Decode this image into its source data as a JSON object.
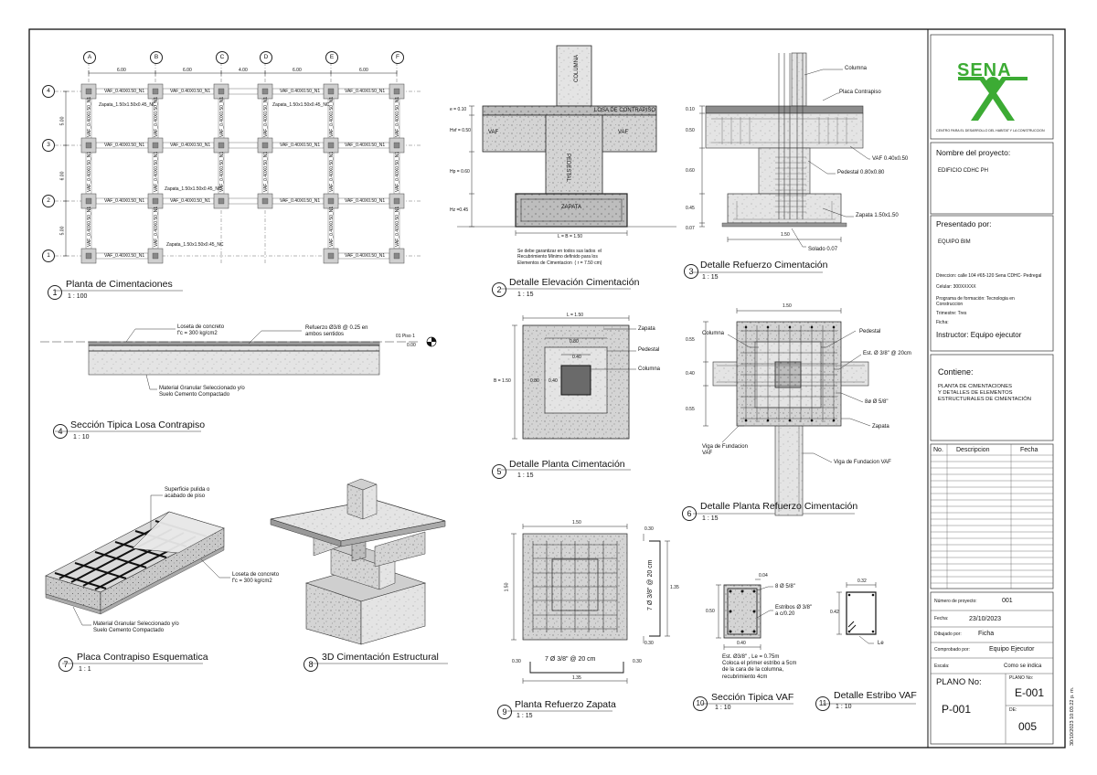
{
  "grid": {
    "columns": [
      "A",
      "B",
      "C",
      "D",
      "E",
      "F"
    ],
    "rows": [
      "4",
      "3",
      "2",
      "1"
    ],
    "dims_x": [
      "6.00",
      "6.00",
      "4.00",
      "6.00",
      "6.00"
    ],
    "dims_y": [
      "5.00",
      "6.00",
      "5.00"
    ]
  },
  "plan": {
    "vaf_label": "VAF_0.40X0.50_N1",
    "vaf_label_vertical": "VAF_0.40X0.50_N1",
    "zapata_nc_1": "Zapata_1.50x1.50x0.45_NC",
    "zapata_nc_2": "Zapata_1.50x1.50x0.45_NC",
    "zapata_nc_3": "Zapata_1.50x1.50x0.45_NC",
    "zapata_nc_4": "Zapata_1.50x1.50x0.45_NC"
  },
  "details": {
    "d1": {
      "num": "1",
      "title": "Planta de Cimentaciones",
      "scale": "1 : 100"
    },
    "d2": {
      "num": "2",
      "title": "Detalle Elevación Cimentación",
      "scale": "1 : 15"
    },
    "d3": {
      "num": "3",
      "title": "Detalle Refuerzo Cimentación",
      "scale": "1 : 15"
    },
    "d4": {
      "num": "4",
      "title": "Sección Tipica Losa Contrapiso",
      "scale": "1 : 10"
    },
    "d5": {
      "num": "5",
      "title": "Detalle Planta Cimentación",
      "scale": "1 : 15"
    },
    "d6": {
      "num": "6",
      "title": "Detalle Planta Refuerzo Cimentación",
      "scale": "1 : 15"
    },
    "d7": {
      "num": "7",
      "title": "Placa Contrapiso Esquematica",
      "scale": "1 : 1"
    },
    "d8": {
      "num": "8",
      "title": "3D Cimentación Estructural",
      "scale": ""
    },
    "d9": {
      "num": "9",
      "title": "Planta Refuerzo Zapata",
      "scale": "1 : 15"
    },
    "d10": {
      "num": "10",
      "title": "Sección Tipica VAF",
      "scale": "1 : 10"
    },
    "d11": {
      "num": "11",
      "title": "Detalle Estribo VAF",
      "scale": "1 : 10"
    }
  },
  "elev": {
    "e": "e = 0.10",
    "hvf": "Hvf = 0.50",
    "hp": "Hp = 0.60",
    "hz": "Hz =0.45",
    "lb": "L = B = 1.50",
    "columna": "COLUMNA",
    "losa": "LOSA DE CONTRAPISO",
    "vaf": "VAF",
    "pedestal": "PEDESTAL",
    "zapata": "ZAPATA",
    "note": "Se debe garantizar en todos sus lados  el\nRecubrimiento Minimo definido para los\nElementos de Cimentacion  ( r = 7.50 cm)"
  },
  "ref": {
    "columna": "Columna",
    "placa": "Placa Contrapiso",
    "vaf": "VAF 0.40x0.50",
    "pedestal": "Pedestal 0.80x0.80",
    "zapata": "Zapata 1.50x1.50",
    "solado": "Solado 0.07",
    "d1": "0.10",
    "d2": "0.50",
    "d3": "0.60",
    "d4": "0.45",
    "d5": "0.07",
    "w": "1.50"
  },
  "losa": {
    "loseta": "Loseta de concreto\nf'c = 300 kg/cm2",
    "refuerzo": "Refuerzo Ø3/8 @ 0.25 en\nambos sentidos",
    "material": "Material Granular Seleccionado y/o\nSuelo Cemento Compactado",
    "piso": "01 Piso 1",
    "level": "0.00"
  },
  "pzap": {
    "l": "L = 1.50",
    "b": "B = 1.50",
    "d80": "0.80",
    "d40a": "0.40",
    "d40b": "0.40",
    "d80b": "0.80",
    "zapata": "Zapata",
    "pedestal": "Pedestal",
    "columna": "Columna"
  },
  "pref": {
    "w": "1.50",
    "columna": "Columna",
    "pedestal": "Pedestal",
    "est": "Est. Ø 3/8\" @ 20cm",
    "bars": "8ø Ø 5/8\"",
    "zapata": "Zapata",
    "viga1": "Viga de Fundacion\nVAF",
    "viga2": "Viga de Fundacion VAF",
    "d1": "0.55",
    "d2": "0.40",
    "d3": "0.55"
  },
  "esq": {
    "superficie": "Superficie pulida o\nacabado de piso",
    "loseta": "Loseta de concreto\nf'c = 300 kg/cm2",
    "material": "Material Granular Seleccionado y/o\nSuelo Cemento Compactado"
  },
  "rzap": {
    "w": "1.50",
    "h": "1.50",
    "d30a": "0.30",
    "d135": "1.35",
    "d30b": "0.30",
    "bars_v": "7 Ø 3/8\" @ 20 cm",
    "bars_h": "7 Ø 3/8\" @ 20 cm",
    "bot": "1.35",
    "d30c": "0.30",
    "d30d": "0.30"
  },
  "vaf": {
    "d04": "0.04",
    "bars": "8 Ø 5/8\"",
    "estribos": "Estribos Ø 3/8\"\na c/0.20",
    "h": "0.50",
    "w": "0.40",
    "note": "Est. Ø3/8\" , Le = 0.75m\nColoca el primer estribo a 5cm\nde la cara de la columna,\nrecubrimiento 4cm"
  },
  "estribo": {
    "w": "0.32",
    "h": "0.42",
    "le": "Le"
  },
  "titleblock": {
    "logo_text": "SENA",
    "logo_sub": "CENTRO PARA EL DESARROLLO DEL HABITAT Y LA CONSTRUCCION",
    "proyecto_label": "Nombre del proyecto:",
    "proyecto": "EDIFICIO CDHC PH",
    "presentado_label": "Presentado por:",
    "equipo": "EQUIPO BIM",
    "direccion": "Direccion: calle 104 #65-120 Sena CDHC- Pedregal",
    "celular": "Celular: 300XXXXX",
    "programa": "Programa de formación: Tecnologia en\nConstruccion",
    "trimestre": "Trimestre: Tres",
    "ficha": "Ficha:",
    "instructor": "Instructor: Equipo ejecutor",
    "contiene_label": "Contiene:",
    "contiene": "PLANTA DE CIMENTACIONES\nY DETALLES DE ELEMENTOS\nESTRUCTURALES DE CIMENTACIÓN",
    "rev_no": "No.",
    "rev_desc": "Descripcion",
    "rev_fecha": "Fecha",
    "num_proy_label": "Número de proyecto:",
    "num_proy": "001",
    "fecha_label": "Fecha:",
    "fecha": "23/10/2023",
    "dibujado_label": "Dibujado por:",
    "dibujado": "Ficha",
    "comprobado_label": "Comprobado por:",
    "comprobado": "Equipo Ejecutor",
    "escala_label": "Escala:",
    "escala": "Como se indica",
    "plano_label": "PLANO No:",
    "plano": "P-001",
    "plano_no_label": "PLANO No:",
    "plano_no": "E-001",
    "de_label": "DE:",
    "de": "005"
  },
  "stamp": "30/10/2023 10:03:22 p. m."
}
